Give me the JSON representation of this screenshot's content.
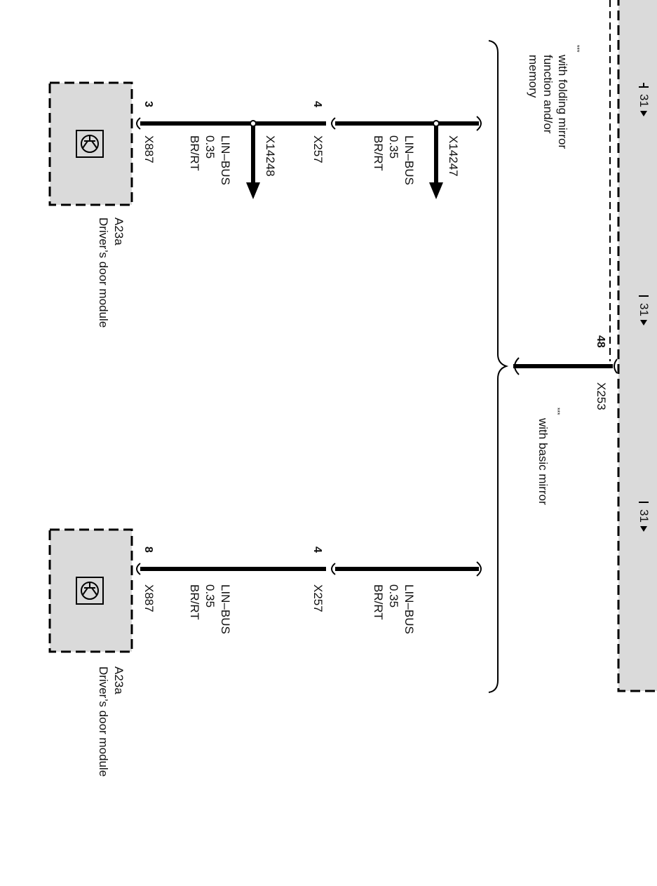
{
  "notes": {
    "marker": "***",
    "folding": [
      "with folding mirror",
      "function and/or",
      "memory"
    ],
    "basic": [
      "with basic mirror"
    ]
  },
  "ground": {
    "label": "31"
  },
  "module_connector": {
    "pin": "48",
    "name": "X253"
  },
  "upper_branch": {
    "splice_top": "X14247",
    "wire_top": [
      "LIN–BUS",
      "0.35",
      "BR/RT"
    ],
    "connector_mid": {
      "pin": "4",
      "name": "X257"
    },
    "splice_bottom": "X14248",
    "wire_bottom": [
      "LIN–BUS",
      "0.35",
      "BR/RT"
    ],
    "connector_end": {
      "pin": "3",
      "name": "X887"
    },
    "module": {
      "code": "A23a",
      "name": "Driver’s door module"
    }
  },
  "lower_branch": {
    "wire_top": [
      "LIN–BUS",
      "0.35",
      "BR/RT"
    ],
    "connector_mid": {
      "pin": "4",
      "name": "X257"
    },
    "wire_bottom": [
      "LIN–BUS",
      "0.35",
      "BR/RT"
    ],
    "connector_end": {
      "pin": "8",
      "name": "X887"
    },
    "module": {
      "code": "A23a",
      "name": "Driver’s door module"
    }
  }
}
